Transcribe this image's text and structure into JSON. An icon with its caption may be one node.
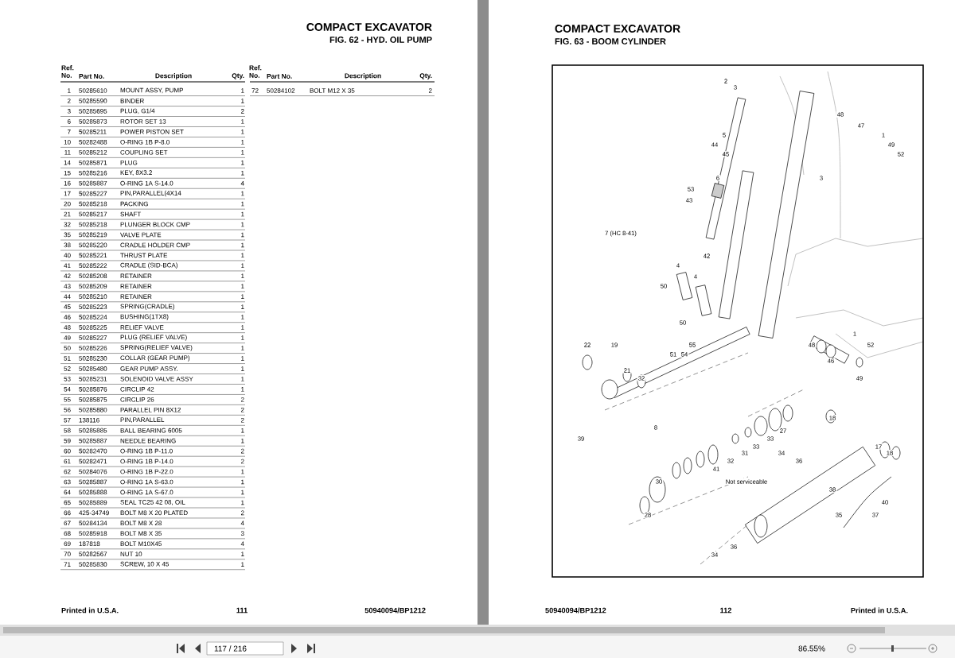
{
  "diagram": {
    "labels": [
      "COMPACT EXCAVATOR",
      "FIG. 62 - HYD. OIL PUMP",
      "Ref. No.",
      "Part No.",
      "Description",
      "Qty.",
      "Ref. No.",
      "Part No.",
      "Description",
      "Qty.",
      "1",
      "50285610",
      "MOUNT ASSY, PUMP",
      "1",
      "2",
      "50285590",
      "BINDER",
      "1",
      "3",
      "50285695",
      "PLUG, G1/4",
      "2",
      "6",
      "50285873",
      "ROTOR SET 13",
      "1",
      "7",
      "50285211",
      "POWER PISTON SET",
      "1",
      "10",
      "50282488",
      "O-RING 1B P-8.0",
      "1",
      "11",
      "50285212",
      "COUPLING SET",
      "1",
      "14",
      "50285871",
      "PLUG",
      "1",
      "15",
      "50285216",
      "KEY, 8X3.2",
      "1",
      "16",
      "50285887",
      "O-RING 1A S-14.0",
      "4",
      "17",
      "50285227",
      "PIN,PARALLEL(4X14",
      "1",
      "20",
      "50285218",
      "PACKING",
      "1",
      "21",
      "50285217",
      "SHAFT",
      "1",
      "32",
      "50285218",
      "PLUNGER BLOCK CMP",
      "1",
      "35",
      "50285219",
      "VALVE PLATE",
      "1",
      "38",
      "50285220",
      "CRADLE HOLDER CMP",
      "1",
      "40",
      "50285221",
      "THRUST PLATE",
      "1",
      "41",
      "50285222",
      "CRADLE (SID-BCA)",
      "1",
      "42",
      "50285208",
      "RETAINER",
      "1",
      "43",
      "50285209",
      "RETAINER",
      "1",
      "44",
      "50285210",
      "RETAINER",
      "1",
      "45",
      "50285223",
      "SPRING(CRADLE)",
      "1",
      "46",
      "50285224",
      "BUSHING(1TX8)",
      "1",
      "48",
      "50285225",
      "RELIEF VALVE",
      "1",
      "49",
      "50285227",
      "PLUG (RELIEF VALVE)",
      "1",
      "50",
      "50285226",
      "SPRING(RELIEF VALVE)",
      "1",
      "51",
      "50285230",
      "COLLAR (GEAR PUMP)",
      "1",
      "52",
      "50285480",
      "GEAR PUMP ASSY.",
      "1",
      "53",
      "50285231",
      "SOLENOID VALVE ASSY",
      "1",
      "54",
      "50285876",
      "CIRCLIP 42",
      "1",
      "55",
      "50285875",
      "CIRCLIP 26",
      "2",
      "56",
      "50285880",
      "PARALLEL PIN 8X12",
      "2",
      "57",
      "138116",
      "PIN,PARALLEL",
      "2",
      "58",
      "50285885",
      "BALL BEARING 6005",
      "1",
      "59",
      "50285887",
      "NEEDLE BEARING",
      "1",
      "60",
      "50282470",
      "O-RING 1B P-11.0",
      "2",
      "61",
      "50282471",
      "O-RING 1B P-14.0",
      "2",
      "62",
      "50284076",
      "O-RING 1B P-22.0",
      "1",
      "63",
      "50285887",
      "O-RING 1A S-63.0",
      "1",
      "64",
      "50285888",
      "O-RING 1A S-67.0",
      "1",
      "65",
      "50285889",
      "SEAL TC25 42 08, OIL",
      "1",
      "66",
      "425-34749",
      "BOLT M8 X 20 PLATED",
      "2",
      "67",
      "50284134",
      "BOLT M8 X 28",
      "4",
      "68",
      "50285918",
      "BOLT M8 X 35",
      "3",
      "69",
      "187818",
      "BOLT M10X45",
      "4",
      "70",
      "50282567",
      "NUT 10",
      "1",
      "71",
      "50285830",
      "SCREW, 10 X 45",
      "1",
      "72",
      "50284102",
      "BOLT M12 X 35",
      "2",
      "Printed in U.S.A.",
      "111",
      "50940094/BP1212",
      "COMPACT EXCAVATOR",
      "FIG. 63 - BOOM CYLINDER",
      "2",
      "3",
      "48",
      "47",
      "5",
      "1",
      "44",
      "49",
      "45",
      "52",
      "6",
      "3",
      "53",
      "43",
      "7 (HC 8-41)",
      "42",
      "4",
      "4",
      "50",
      "50",
      "1",
      "22",
      "19",
      "55",
      "48",
      "52",
      "51",
      "54",
      "46",
      "21",
      "32",
      "49",
      "18",
      "8",
      "27",
      "39",
      "33",
      "33",
      "17",
      "31",
      "34",
      "18",
      "32",
      "36",
      "41",
      "30",
      "Not serviceable",
      "38",
      "40",
      "28",
      "35",
      "37",
      "36",
      "34",
      "50940094/BP1212",
      "112",
      "Printed in U.S.A.",
      "117 / 216",
      "86.55%"
    ]
  }
}
